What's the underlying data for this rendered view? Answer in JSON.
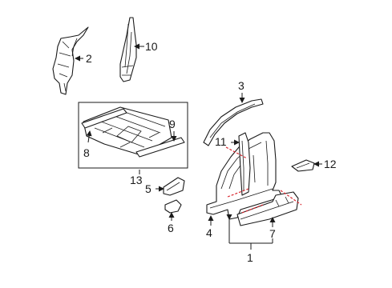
{
  "callouts": {
    "c1": "1",
    "c2": "2",
    "c3": "3",
    "c4": "4",
    "c5": "5",
    "c6": "6",
    "c7": "7",
    "c8": "8",
    "c9": "9",
    "c10": "10",
    "c11": "11",
    "c12": "12",
    "c13": "13"
  },
  "colors": {
    "line": "#1a1a1a",
    "cut_line": "#d9262e",
    "background": "#ffffff"
  }
}
